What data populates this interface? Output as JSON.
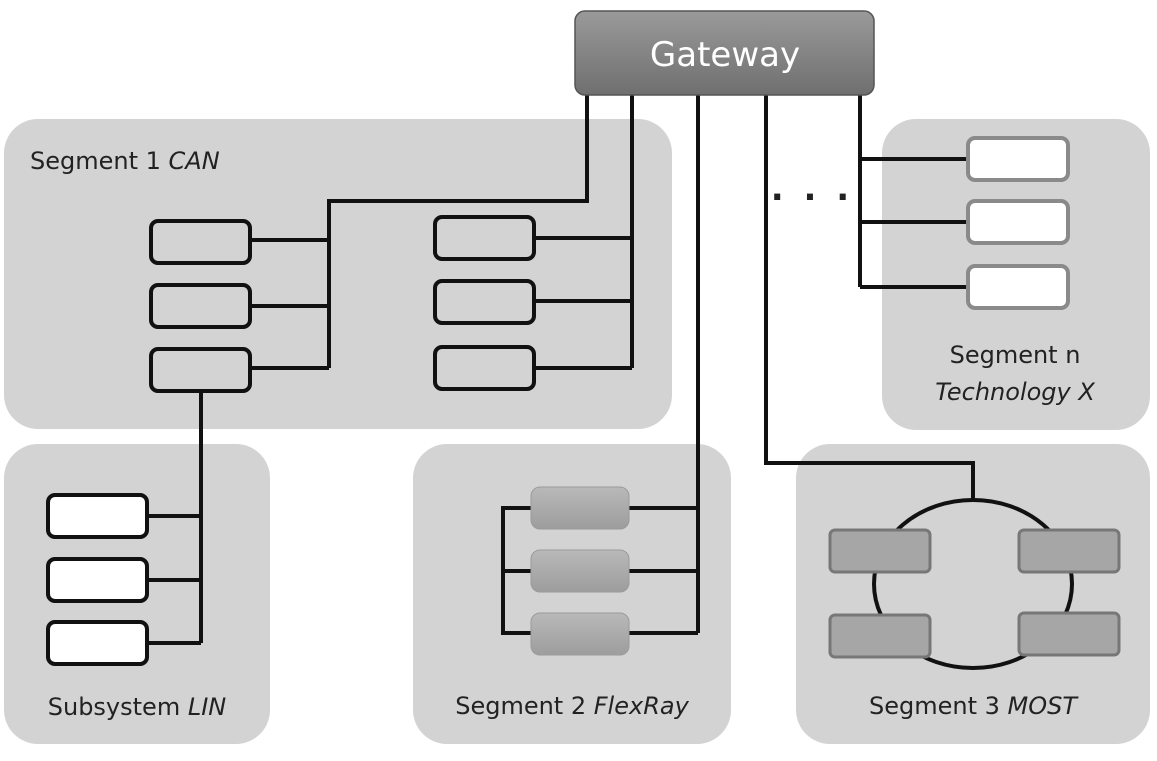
{
  "gateway": {
    "label": "Gateway"
  },
  "segments": {
    "can": {
      "name": "Segment 1 ",
      "tech": "CAN"
    },
    "lin": {
      "name": "Subsystem ",
      "tech": "LIN"
    },
    "flexray": {
      "name": "Segment 2 ",
      "tech": "FlexRay"
    },
    "most": {
      "name": "Segment 3 ",
      "tech": "MOST"
    },
    "n": {
      "name": "Segment n",
      "tech": "Technology X"
    }
  },
  "ellipsis": ". . ."
}
